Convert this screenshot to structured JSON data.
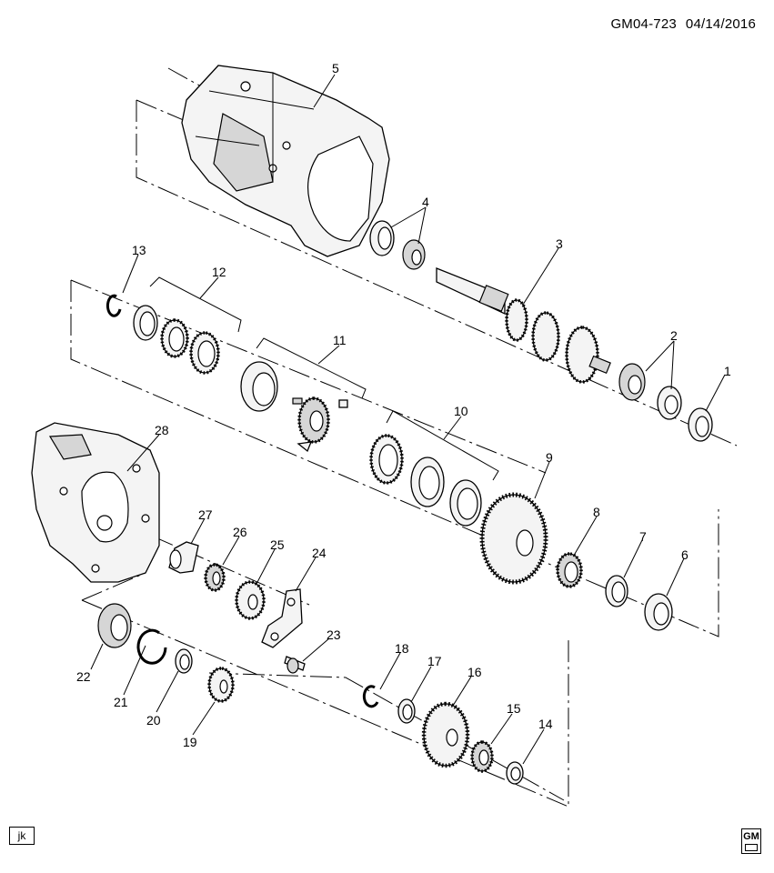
{
  "header": {
    "code": "GM04-723",
    "date": "04/14/2016"
  },
  "footer": {
    "initials": "jk",
    "logo_text": "GM"
  },
  "callouts": [
    "1",
    "2",
    "3",
    "4",
    "5",
    "6",
    "7",
    "8",
    "9",
    "10",
    "11",
    "12",
    "13",
    "14",
    "15",
    "16",
    "17",
    "18",
    "19",
    "20",
    "21",
    "22",
    "23",
    "24",
    "25",
    "26",
    "27",
    "28"
  ]
}
